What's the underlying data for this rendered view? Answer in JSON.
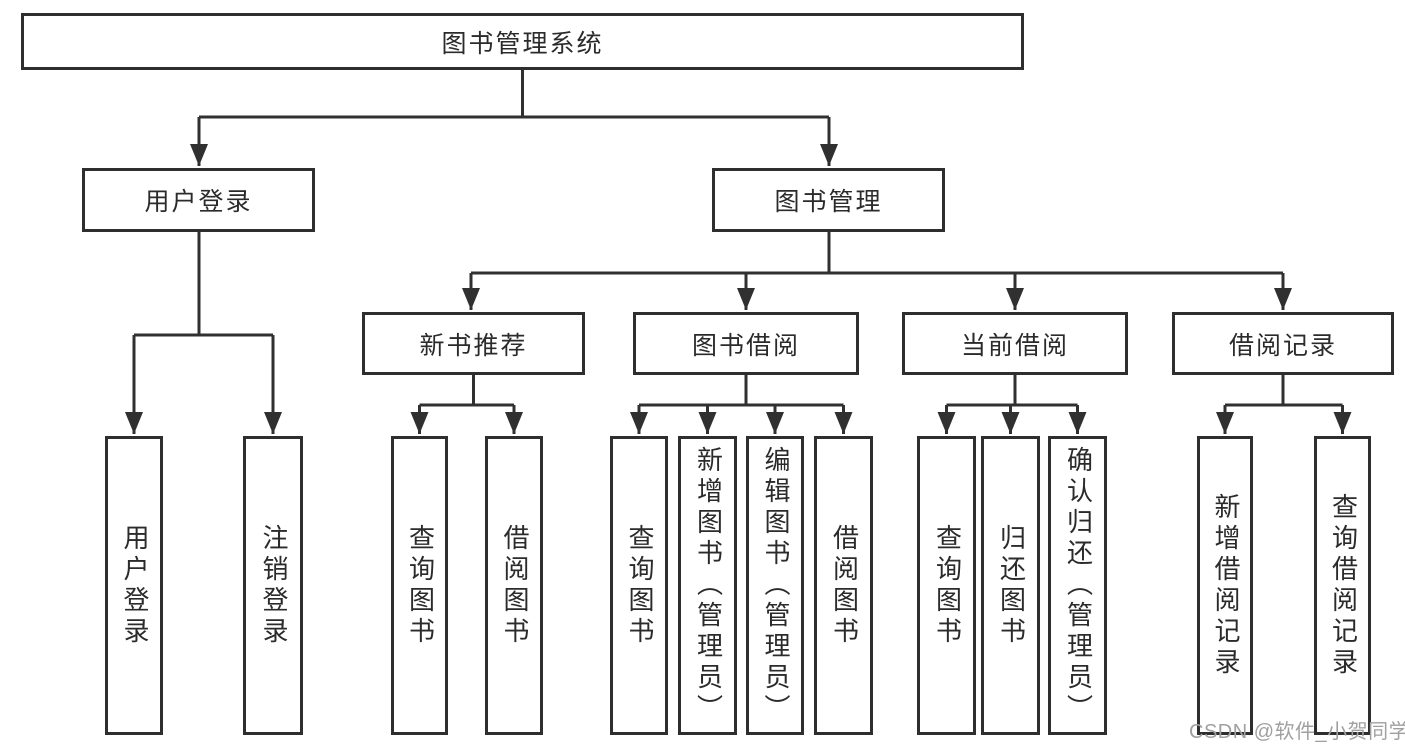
{
  "diagram": {
    "root": {
      "label": "图书管理系统"
    },
    "level2": [
      {
        "label": "用户登录",
        "parent": "图书管理系统"
      },
      {
        "label": "图书管理",
        "parent": "图书管理系统"
      }
    ],
    "level3": [
      {
        "label": "新书推荐",
        "parent": "图书管理"
      },
      {
        "label": "图书借阅",
        "parent": "图书管理"
      },
      {
        "label": "当前借阅",
        "parent": "图书管理"
      },
      {
        "label": "借阅记录",
        "parent": "图书管理"
      }
    ],
    "leaves": [
      {
        "label": "用户登录",
        "parent": "用户登录"
      },
      {
        "label": "注销登录",
        "parent": "用户登录"
      },
      {
        "label": "查询图书",
        "parent": "新书推荐"
      },
      {
        "label": "借阅图书",
        "parent": "新书推荐"
      },
      {
        "label": "查询图书",
        "parent": "图书借阅"
      },
      {
        "label": "新增图书（管理员）",
        "parent": "图书借阅"
      },
      {
        "label": "编辑图书（管理员）",
        "parent": "图书借阅"
      },
      {
        "label": "借阅图书",
        "parent": "图书借阅"
      },
      {
        "label": "查询图书",
        "parent": "当前借阅"
      },
      {
        "label": "归还图书",
        "parent": "当前借阅"
      },
      {
        "label": "确认归还（管理员）",
        "parent": "当前借阅"
      },
      {
        "label": "新增借阅记录",
        "parent": "借阅记录"
      },
      {
        "label": "查询借阅记录",
        "parent": "借阅记录"
      }
    ],
    "colors": {
      "line": "#303030",
      "box_border": "#2e2e2e",
      "box_background": "#ffffff",
      "text": "#2b2b2b",
      "watermark_text": "#a0a0a0",
      "page_background": "#ffffff"
    }
  },
  "watermark": {
    "text": "CSDN @软件_小贺同学"
  }
}
